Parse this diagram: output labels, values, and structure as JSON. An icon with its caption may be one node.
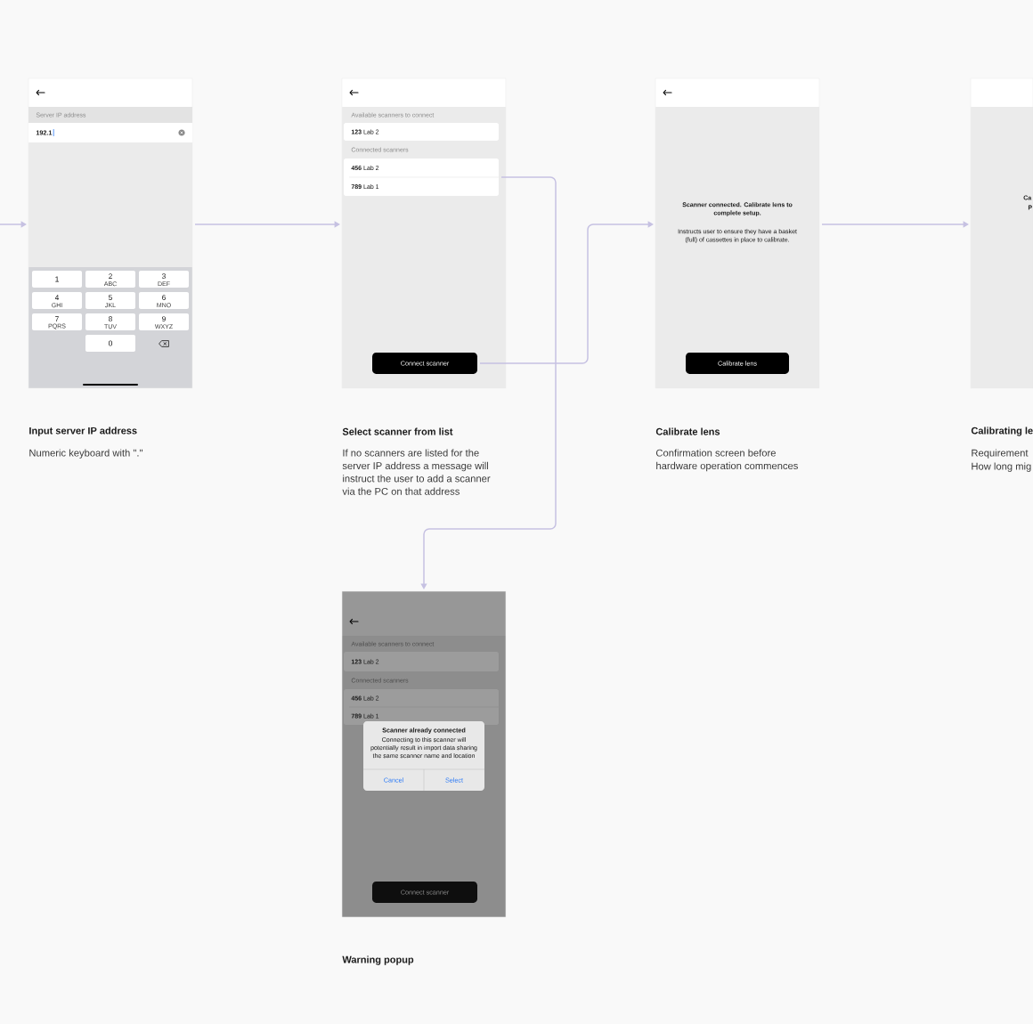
{
  "diagram": {
    "nodes": [
      {
        "text": [],
        "shape": "box",
        "beside": [
          "Input server IP address",
          "Numeric keyboard with \".\""
        ]
      },
      {
        "text": [
          "Server IP address",
          "192.1"
        ],
        "in": 0
      },
      {
        "text": [
          "1"
        ],
        "in": 0
      },
      {
        "text": [
          "2",
          "ABC"
        ],
        "in": 0
      },
      {
        "text": [
          "3",
          "DEF"
        ],
        "in": 0
      },
      {
        "text": [
          "4",
          "GHI"
        ],
        "in": 0
      },
      {
        "text": [
          "5",
          "JKL"
        ],
        "in": 0
      },
      {
        "text": [
          "6",
          "MNO"
        ],
        "in": 0
      },
      {
        "text": [
          "7",
          "PQRS"
        ],
        "in": 0
      },
      {
        "text": [
          "8",
          "TUV"
        ],
        "in": 0
      },
      {
        "text": [
          "9",
          "WXYZ"
        ],
        "in": 0
      },
      {
        "text": [
          "0"
        ],
        "in": 0
      },
      {
        "text": [
          "Available scanners to connect",
          "Connected scanners"
        ],
        "beside": [
          "Select scanner from list",
          "If no scanners are listed for the server IP address a message will instruct the user to add a scanner via the PC on that address"
        ]
      },
      {
        "text": [
          "**123** Lab 2"
        ],
        "in": 12
      },
      {
        "text": [
          "**456** Lab 2",
          "**789** Lab 1"
        ],
        "in": 12
      },
      {
        "text": [
          "Connect scanner"
        ],
        "in": 12
      },
      {
        "text": [
          "Scanner connected. Calibrate lens to complete setup.",
          "Instructs user to ensure they have a basket (full) of cassettes in place to calibrate."
        ],
        "beside": [
          "Calibrate lens",
          "Confirmation screen before hardware operation commences"
        ]
      },
      {
        "text": [
          "Calibrate lens"
        ],
        "in": 16
      },
      {
        "text": [
          "Ca",
          "P"
        ],
        "beside": [
          "Calibrating le",
          "Requirement",
          "How long mig"
        ]
      },
      {
        "text": [
          "Available scanners to connect",
          "Connected scanners"
        ],
        "beside": [
          "Warning popup"
        ]
      },
      {
        "text": [
          "**123** Lab 2"
        ],
        "in": 19
      },
      {
        "text": [
          "**456** Lab 2",
          "**789** Lab 1"
        ],
        "in": 19
      },
      {
        "text": [
          "Scanner already connected",
          "Connecting to this scanner will potentially result in import data sharing the same scanner name and location"
        ],
        "in": 19
      },
      {
        "text": [
          "Cancel"
        ],
        "in": 22
      },
      {
        "text": [
          "Select"
        ],
        "in": 22
      },
      {
        "text": [
          "Connect scanner"
        ],
        "in": 19
      }
    ],
    "edges": [
      {
        "from": null,
        "to": 0,
        "arrow": "to"
      },
      {
        "from": 0,
        "to": 12,
        "arrow": "to"
      },
      {
        "from": 15,
        "to": 16,
        "arrow": "to"
      },
      {
        "from": 14,
        "to": 19,
        "arrow": "to"
      },
      {
        "from": 16,
        "to": 18,
        "arrow": "to"
      }
    ]
  }
}
